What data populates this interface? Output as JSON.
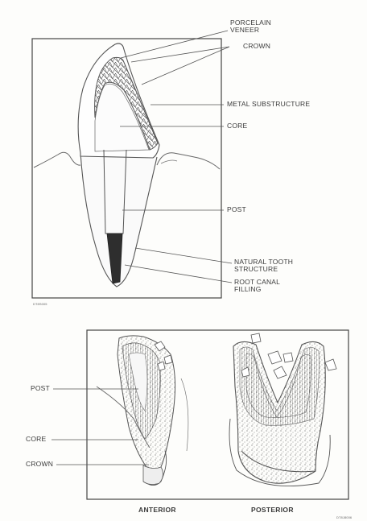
{
  "figure_top": {
    "labels": {
      "porcelain_veneer": [
        "PORCELAIN",
        "VENEER"
      ],
      "crown": "CROWN",
      "metal_substructure": "METAL SUBSTRUCTURE",
      "core": "CORE",
      "post": "POST",
      "natural_tooth_structure": [
        "NATURAL TOOTH",
        "STRUCTURE"
      ],
      "root_canal_filling": [
        "ROOT CANAL",
        "FILLING"
      ]
    },
    "figure_id": "DT8S005"
  },
  "figure_bottom": {
    "labels": {
      "post": "POST",
      "core": "CORE",
      "crown": "CROWN"
    },
    "captions": {
      "anterior": "ANTERIOR",
      "posterior": "POSTERIOR"
    },
    "figure_id": "DT8J8006"
  }
}
